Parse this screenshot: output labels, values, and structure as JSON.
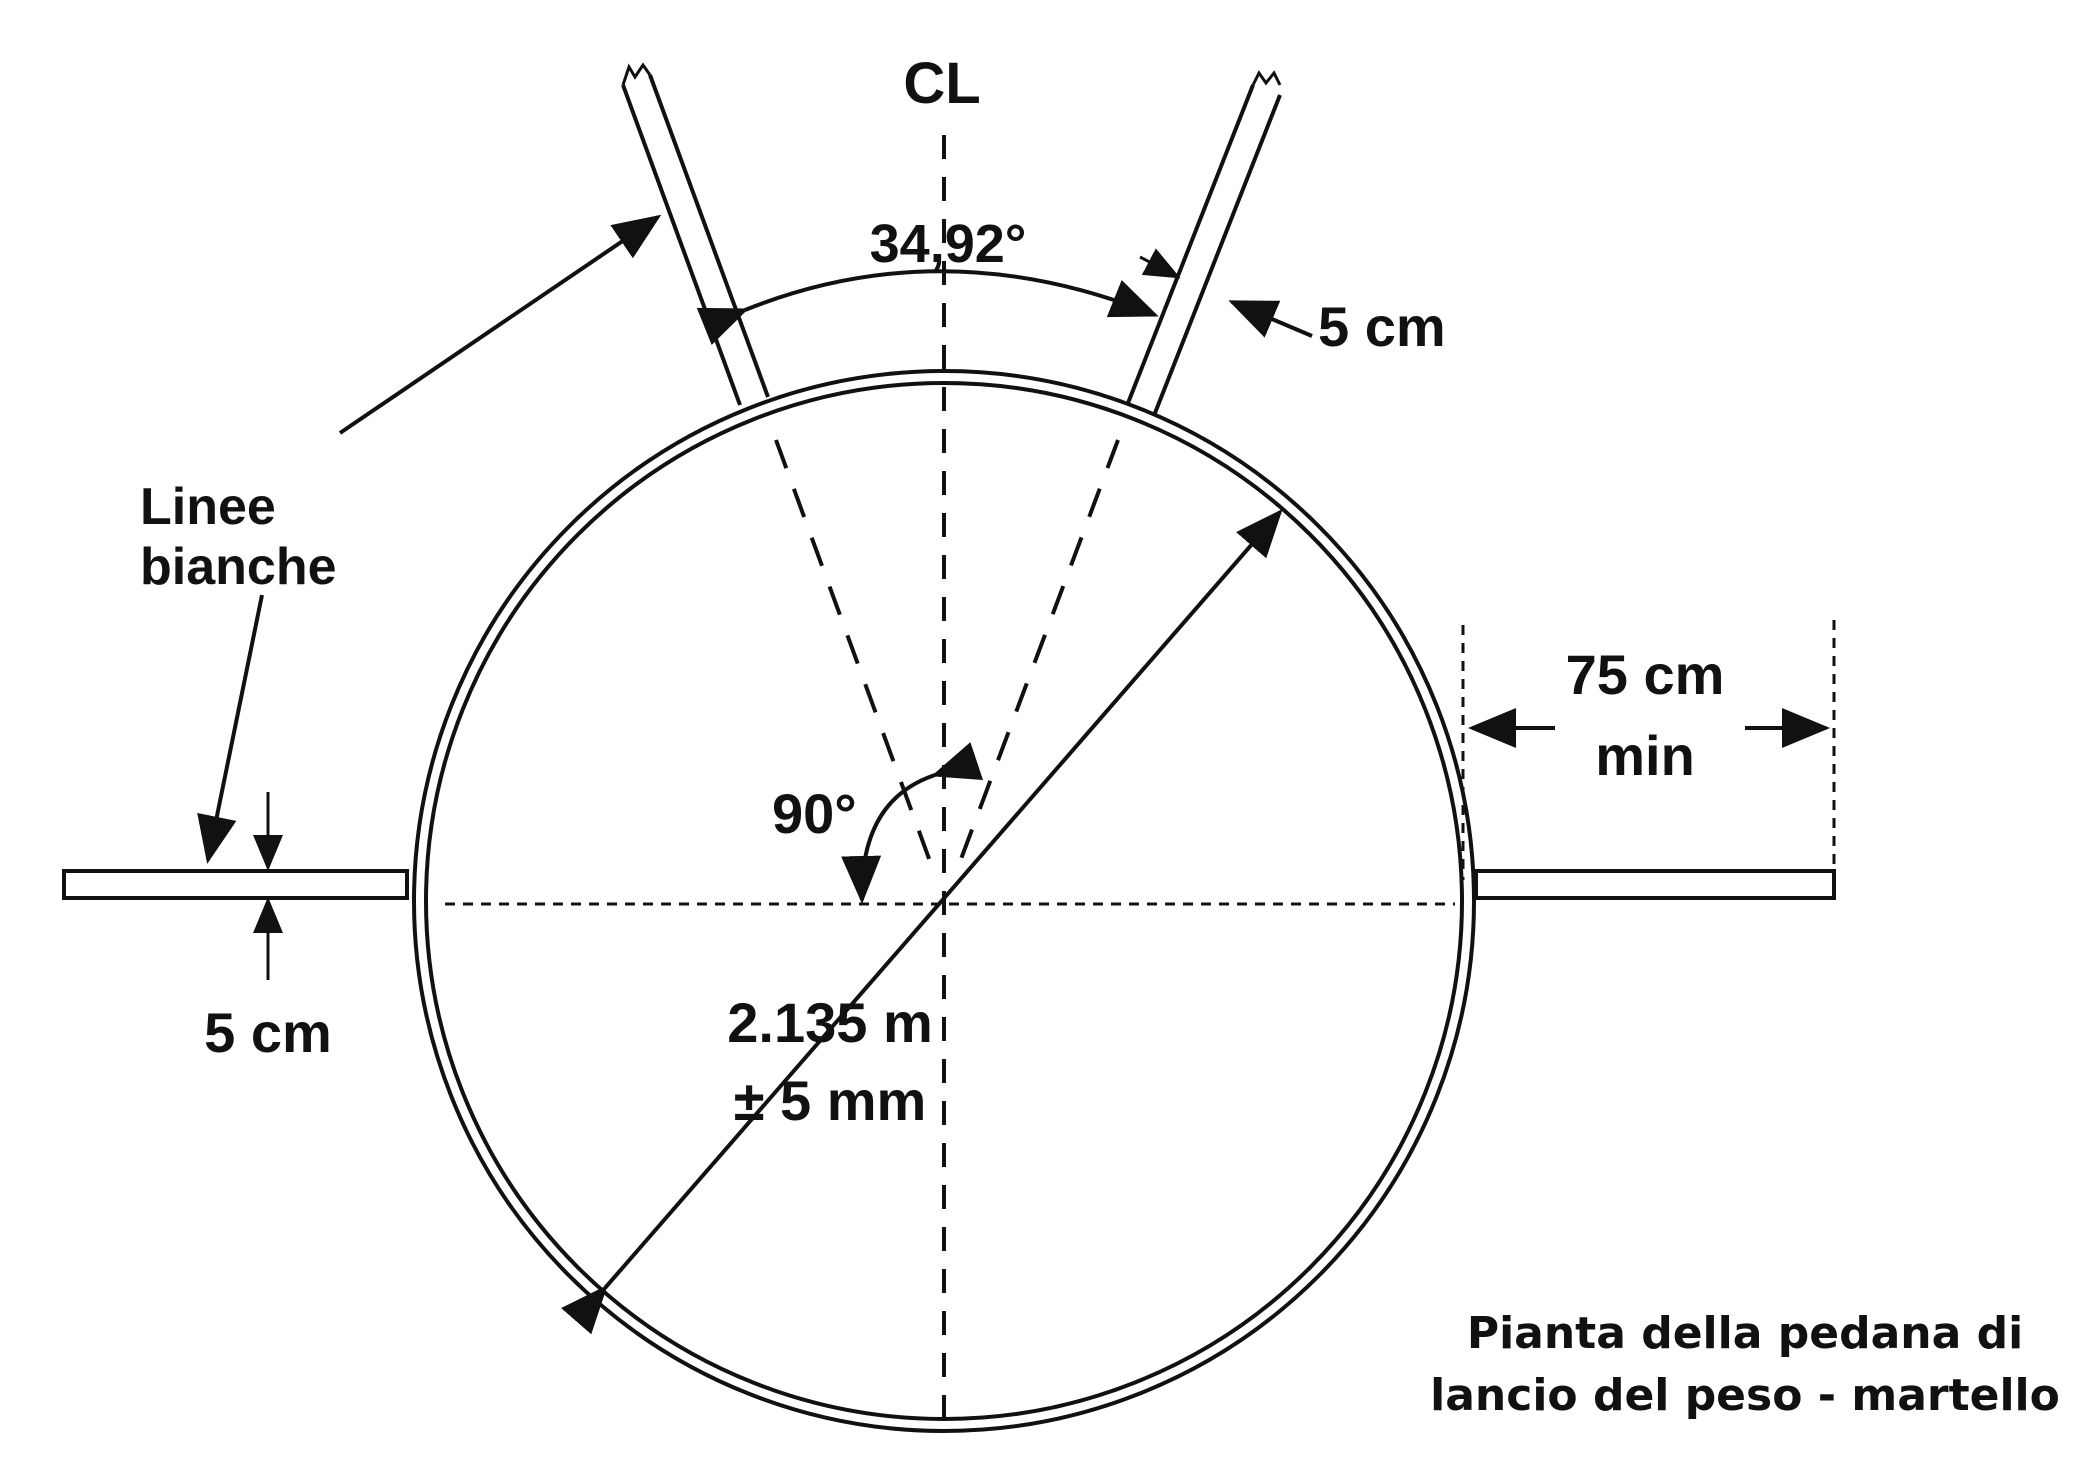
{
  "labels": {
    "centerline": "CL",
    "sector_angle": "34,92°",
    "line_width_top": "5 cm",
    "white_lines_1": "Linee",
    "white_lines_2": "bianche",
    "extension_1": "75 cm",
    "extension_2": "min",
    "right_angle": "90°",
    "line_width_left": "5 cm",
    "diameter_1": "2.135 m",
    "diameter_2": "± 5 mm"
  },
  "caption": {
    "line1": "Pianta della pedana di",
    "line2": "lancio del peso - martello"
  },
  "colors": {
    "ink": "#111111",
    "background": "#ffffff"
  }
}
